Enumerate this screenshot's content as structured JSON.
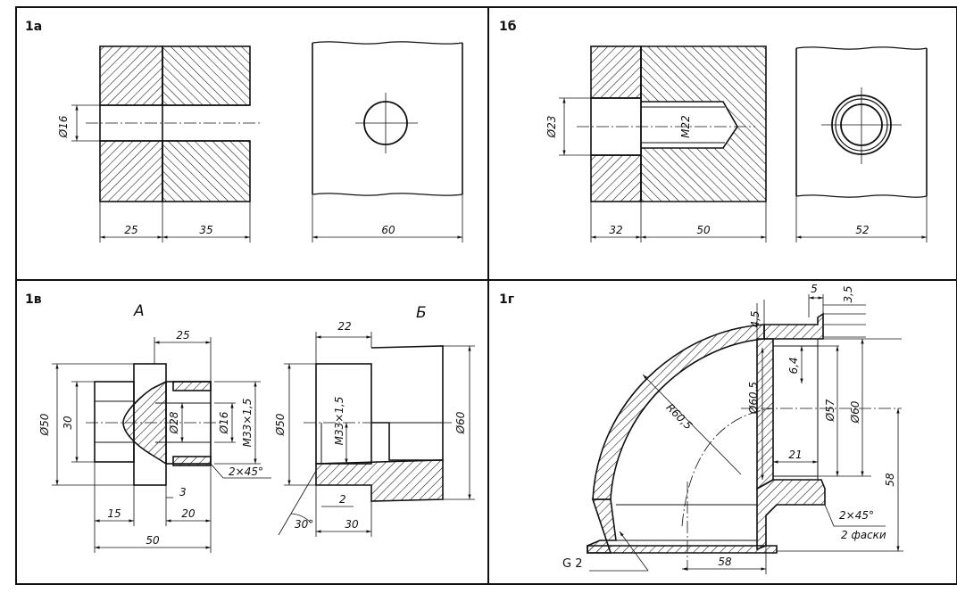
{
  "panels": {
    "p1a": {
      "label": "1а",
      "dims": {
        "dia": "Ø16",
        "left_w": "25",
        "right_w": "35",
        "view_w": "60"
      }
    },
    "p1b": {
      "label": "1б",
      "dims": {
        "dia": "Ø23",
        "thread": "M22",
        "left_w": "32",
        "right_w": "50",
        "view_w": "52"
      }
    },
    "p1v": {
      "label": "1в",
      "view_a": "А",
      "view_b": "Б",
      "dims_a": {
        "d50": "Ø50",
        "d30": "30",
        "top": "25",
        "d28": "Ø28",
        "d16": "Ø16",
        "m33": "M33×1,5",
        "chamfer": "2×45°",
        "d3": "3",
        "d15": "15",
        "d20": "20",
        "d50w": "50"
      },
      "dims_b": {
        "top": "22",
        "d50": "Ø50",
        "m33": "M33×1,5",
        "d60": "Ø60",
        "d2": "2",
        "angle": "30°",
        "d30": "30"
      }
    },
    "p1g": {
      "label": "1г",
      "dims": {
        "d45": "4,5",
        "d5": "5",
        "d35": "3,5",
        "d64": "6,4",
        "d605": "Ø60,5",
        "r605": "R60,5",
        "d57": "Ø57",
        "d60": "Ø60",
        "d21": "21",
        "d58v": "58",
        "chamfer": "2×45°",
        "chamfer_note": "2 фаски",
        "g2": "G 2",
        "d58h": "58"
      }
    }
  }
}
